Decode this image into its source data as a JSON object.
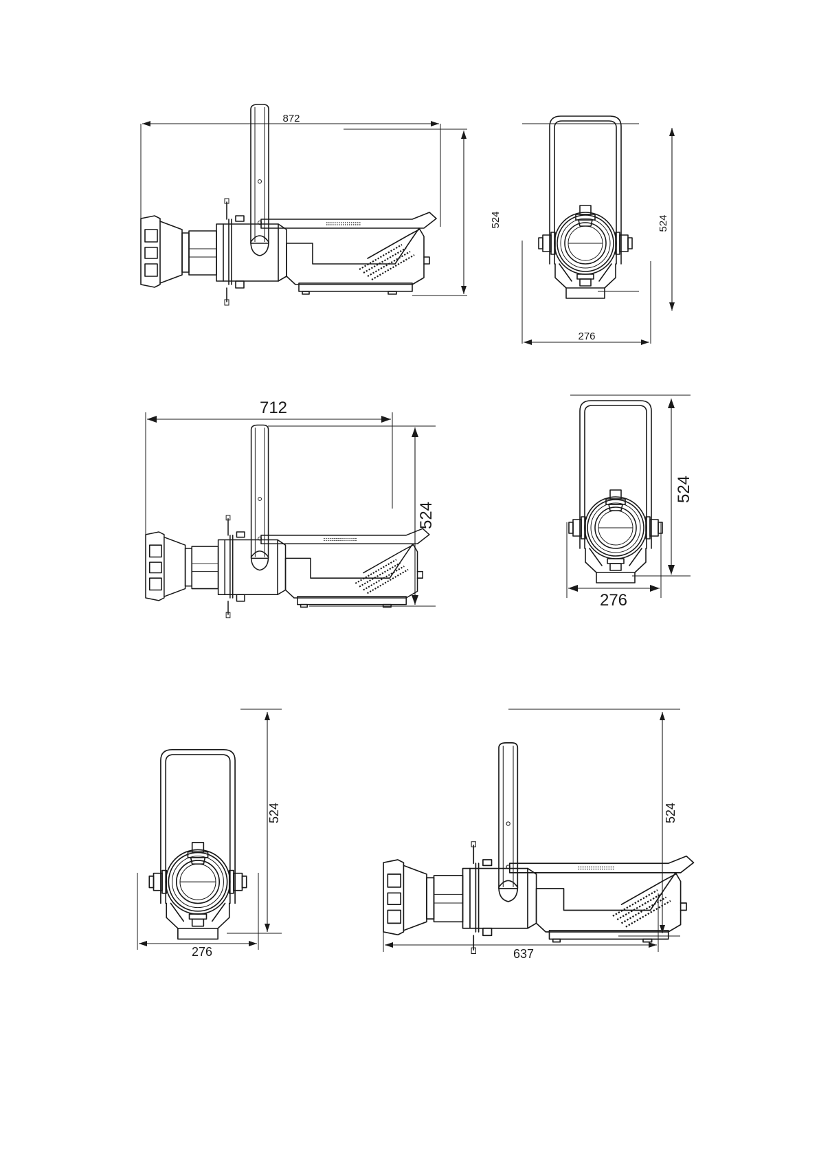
{
  "figure1": {
    "side": {
      "width": "872",
      "height": "524"
    },
    "front": {
      "width": "276",
      "height": "524"
    }
  },
  "figure2": {
    "side": {
      "width": "712",
      "height": "524"
    },
    "front": {
      "width": "276",
      "height": "524"
    }
  },
  "figure3": {
    "front": {
      "width": "276",
      "height": "524"
    },
    "side": {
      "width": "637",
      "height": "524"
    }
  }
}
